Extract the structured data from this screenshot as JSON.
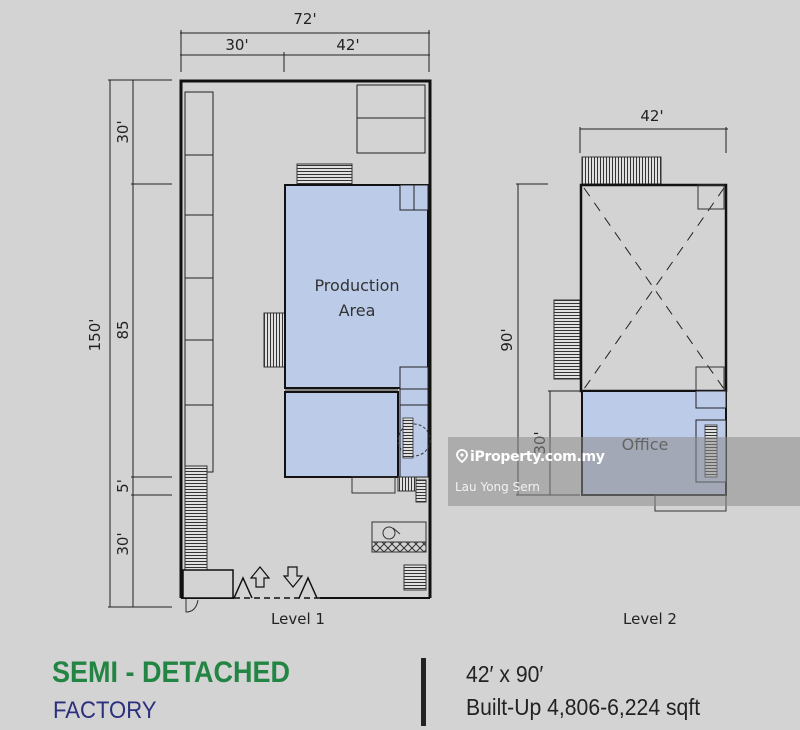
{
  "level1": {
    "label": "Level 1",
    "width_total": "72'",
    "width_left": "30'",
    "width_right": "42'",
    "depth_total": "150'",
    "depth_segments": [
      "30'",
      "85",
      "5'",
      "30'"
    ],
    "room_line1": "Production",
    "room_line2": "Area"
  },
  "level2": {
    "label": "Level 2",
    "width": "42'",
    "depth_total": "90'",
    "depth_office": "30'",
    "room": "Office"
  },
  "watermark": {
    "brand": "iProperty.com.my",
    "agent": "Lau Yong Sern",
    "icon": "location-pin-icon"
  },
  "footer": {
    "title": "SEMI - DETACHED",
    "subtitle": "FACTORY",
    "dimensions": "42′ x 90′",
    "built_up": "Built-Up 4,806-6,224 sqft"
  },
  "colors": {
    "background": "#d3d3d4",
    "room_fill": "#bccbe8",
    "title_green": "#238543",
    "subtitle_navy": "#2b2f7c"
  }
}
